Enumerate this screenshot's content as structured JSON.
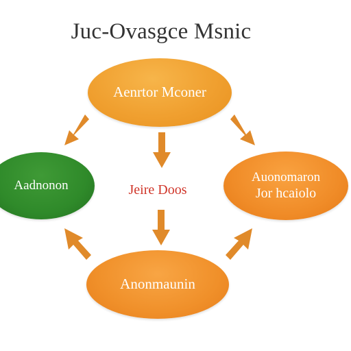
{
  "title": "Juc-Ovasgce Msnic",
  "nodes": {
    "top": {
      "label": "Aenrtor Mconer",
      "color": "#f0a030"
    },
    "left": {
      "label": "Aadnonon",
      "color": "#2f8a2a"
    },
    "right": {
      "line1": "Auonomaron",
      "line2": "Jor hcaiolo",
      "color": "#f08c28"
    },
    "bottom": {
      "label": "Anonmaunin",
      "color": "#f0902a"
    }
  },
  "center": {
    "label": "Jeire Doos",
    "color": "#d0362a"
  },
  "arrow_color": "#e08a2a"
}
